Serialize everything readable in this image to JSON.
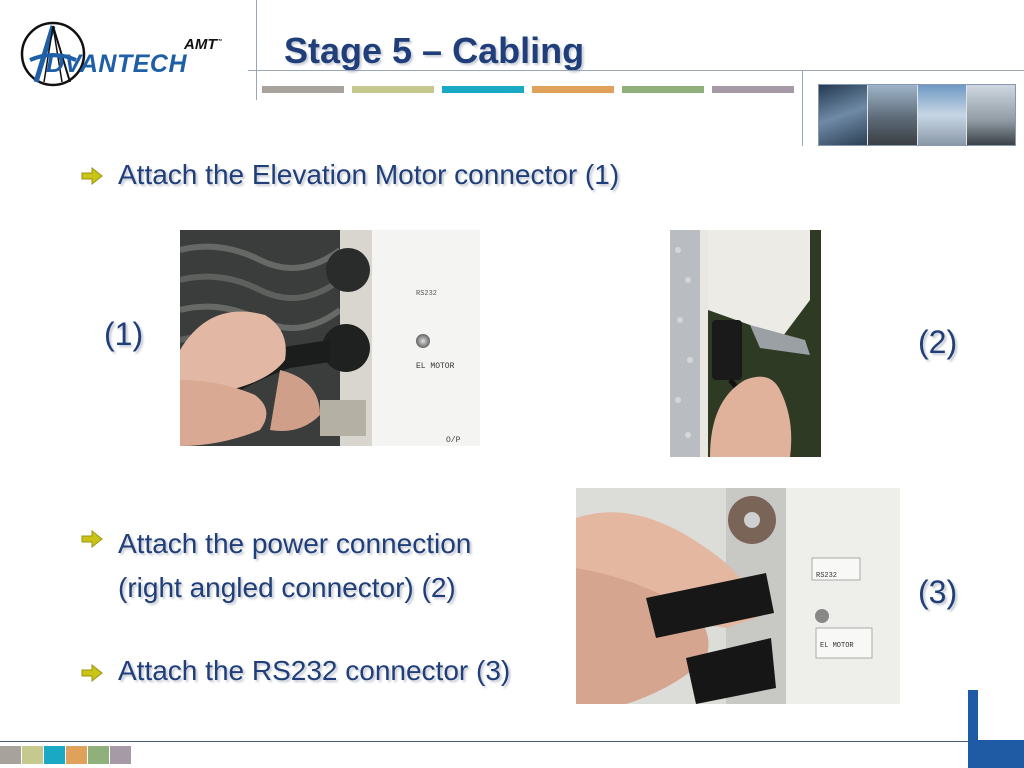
{
  "header": {
    "title": "Stage 5 – Cabling",
    "logo_brand": "DVANTECH",
    "logo_amt": "AMT",
    "logo_tm": "™"
  },
  "colors": {
    "title": "#1f3e7a",
    "bar_grey": "#a8a29c",
    "bar_olive": "#c5c98e",
    "bar_teal": "#1aa9c4",
    "bar_orange": "#e0a25a",
    "bar_green": "#8fb07a",
    "bar_mauve": "#a59aa6",
    "accent_blue": "#1f5aa5",
    "bullet_arrow": "#c9c415"
  },
  "bullets": [
    {
      "lines": [
        "Attach the Elevation Motor connector (1)"
      ]
    },
    {
      "lines": [
        "Attach the power connection",
        "(right angled connector) (2)"
      ]
    },
    {
      "lines": [
        "Attach the RS232 connector (3)"
      ]
    }
  ],
  "labels": {
    "one": "(1)",
    "two": "(2)",
    "three": "(3)"
  },
  "photos": {
    "p1_label_top": "RS232",
    "p1_label_mid": "EL MOTOR",
    "p1_label_bot": "O/P",
    "p3_label_top": "RS232",
    "p3_label_mid": "EL MOTOR"
  },
  "icons": {
    "bullet": "arrow-right-icon",
    "logo": "satellite-dish-logo-icon"
  }
}
